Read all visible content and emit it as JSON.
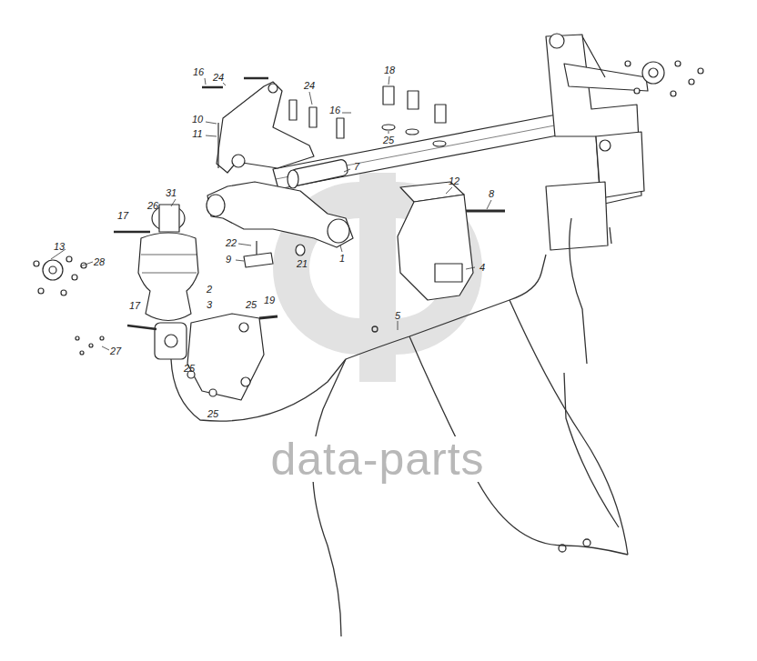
{
  "diagram": {
    "labels": [
      "16",
      "24",
      "24",
      "18",
      "16",
      "10",
      "11",
      "25",
      "7",
      "12",
      "8",
      "31",
      "26",
      "17",
      "22",
      "9",
      "21",
      "1",
      "4",
      "13",
      "28",
      "2",
      "3",
      "25",
      "19",
      "5",
      "17",
      "27",
      "25",
      "25",
      "data-parts"
    ]
  }
}
